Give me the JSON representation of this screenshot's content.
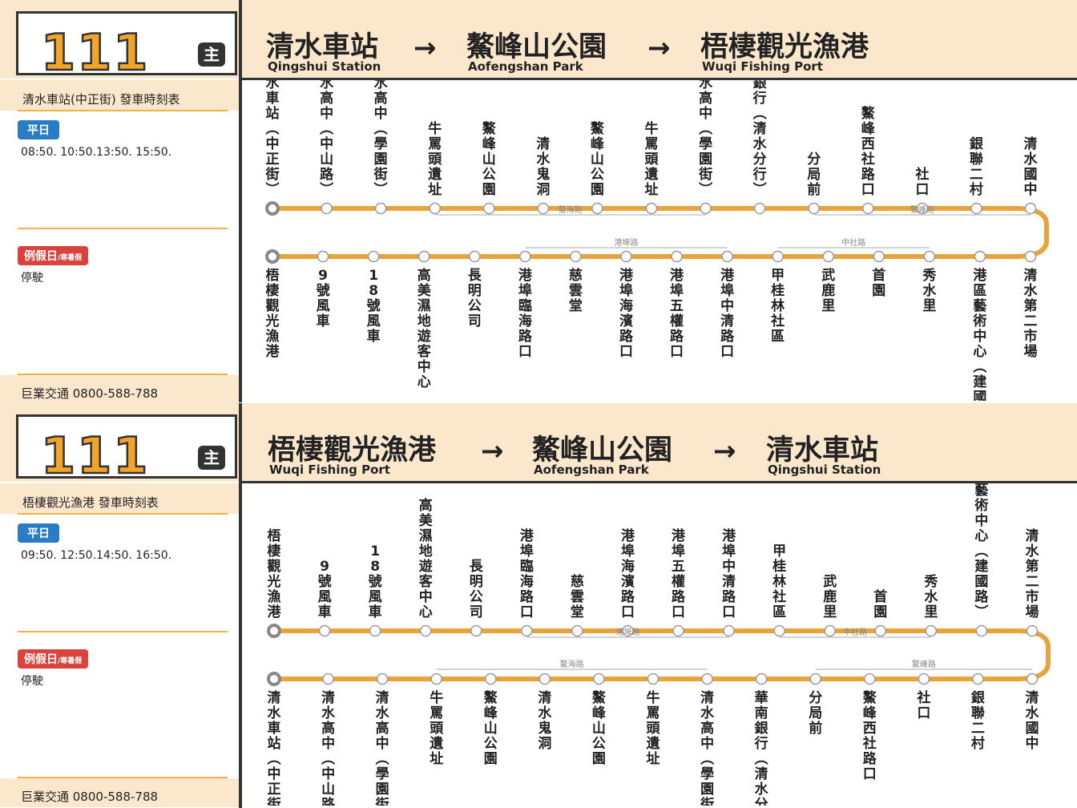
{
  "panels": [
    {
      "route_number": "111",
      "route_badge": "主",
      "header": [
        {
          "zh": "清水車站",
          "en": "Qingshui Station"
        },
        {
          "zh": "鰲峰山公園",
          "en": "Aofengshan Park"
        },
        {
          "zh": "梧棲觀光漁港",
          "en": "Wuqi Fishing Port"
        }
      ],
      "arrow": "→",
      "schedule_title": "清水車站(中正街)  發車時刻表",
      "weekday_label": "平日",
      "weekday_times": "08:50. 10:50.13:50. 15:50.",
      "holiday_label": "例假日",
      "holiday_sub": "/寒暑假",
      "holiday_note": "停駛",
      "operator": "巨業交通   0800-588-788",
      "top_stops": [
        "清水車站(中正街)",
        "清水高中(中山路)",
        "清水高中(學園街)",
        "牛罵頭遺址",
        "鰲峰山公園",
        "清水鬼洞",
        "鰲峰山公園",
        "牛罵頭遺址",
        "清水高中(學園街)",
        "華南銀行(清水分行)",
        "分局前",
        "鰲峰西社路口",
        "社口",
        "銀聯二村",
        "清水國中"
      ],
      "bottom_stops": [
        "梧棲觀光漁港",
        "9號風車",
        "18號風車",
        "高美濕地遊客中心",
        "長明公司",
        "港埠臨海路口",
        "慈雲堂",
        "港埠海濱路口",
        "港埠五權路口",
        "港埠中清路口",
        "甲桂林社區",
        "武鹿里",
        "首園",
        "秀水里",
        "港區藝術中心(建國路)",
        "清水第二市場"
      ],
      "top_roads": [
        "鰲海路",
        "鰲峰路"
      ],
      "bottom_roads": [
        "港埠路",
        "中社路"
      ]
    },
    {
      "route_number": "111",
      "route_badge": "主",
      "header": [
        {
          "zh": "梧棲觀光漁港",
          "en": "Wuqi Fishing Port"
        },
        {
          "zh": "鰲峰山公園",
          "en": "Aofengshan Park"
        },
        {
          "zh": "清水車站",
          "en": "Qingshui Station"
        }
      ],
      "arrow": "→",
      "schedule_title": "梧棲觀光漁港  發車時刻表",
      "weekday_label": "平日",
      "weekday_times": "09:50. 12:50.14:50. 16:50.",
      "holiday_label": "例假日",
      "holiday_sub": "/寒暑假",
      "holiday_note": "停駛",
      "operator": "巨業交通   0800-588-788",
      "top_stops": [
        "梧棲觀光漁港",
        "9號風車",
        "18號風車",
        "高美濕地遊客中心",
        "長明公司",
        "港埠臨海路口",
        "慈雲堂",
        "港埠海濱路口",
        "港埠五權路口",
        "港埠中清路口",
        "甲桂林社區",
        "武鹿里",
        "首園",
        "秀水里",
        "港區藝術中心(建國路)",
        "清水第二市場"
      ],
      "bottom_stops": [
        "清水車站(中正街)",
        "清水高中(中山路)",
        "清水高中(學園街)",
        "牛罵頭遺址",
        "鰲峰山公園",
        "清水鬼洞",
        "鰲峰山公園",
        "牛罵頭遺址",
        "清水高中(學園街)",
        "華南銀行(清水分行)",
        "分局前",
        "鰲峰西社路口",
        "社口",
        "銀聯二村",
        "清水國中"
      ],
      "top_roads": [
        "港埠路",
        "中社路"
      ],
      "bottom_roads": [
        "鰲海路",
        "鰲峰路"
      ]
    }
  ],
  "colors": {
    "route_line": "#e8a33a",
    "band": "#fbe7cc",
    "accent_number": "#f2a527",
    "weekday_badge": "#2a7cc7",
    "holiday_badge": "#d9423d"
  }
}
